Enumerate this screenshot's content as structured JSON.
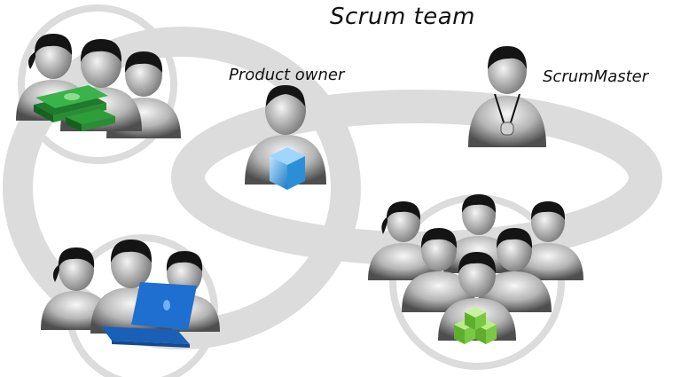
{
  "title": "Scrum team",
  "roles": {
    "product_owner": "Product owner",
    "scrum_master": "ScrumMaster"
  },
  "colors": {
    "ring": "#dcdcdc",
    "person_body": "#a9a9a9",
    "person_head": "#b8b8b8",
    "hair": "#141414",
    "money": "#2e9e3a",
    "product_cube": "#3a9ad9",
    "laptop": "#1e6fd0",
    "stacked_cubes": "#7ac943"
  },
  "icons": [
    "money-icon",
    "product-cube-icon",
    "whistle-icon",
    "laptop-icon",
    "stacked-cubes-icon"
  ]
}
